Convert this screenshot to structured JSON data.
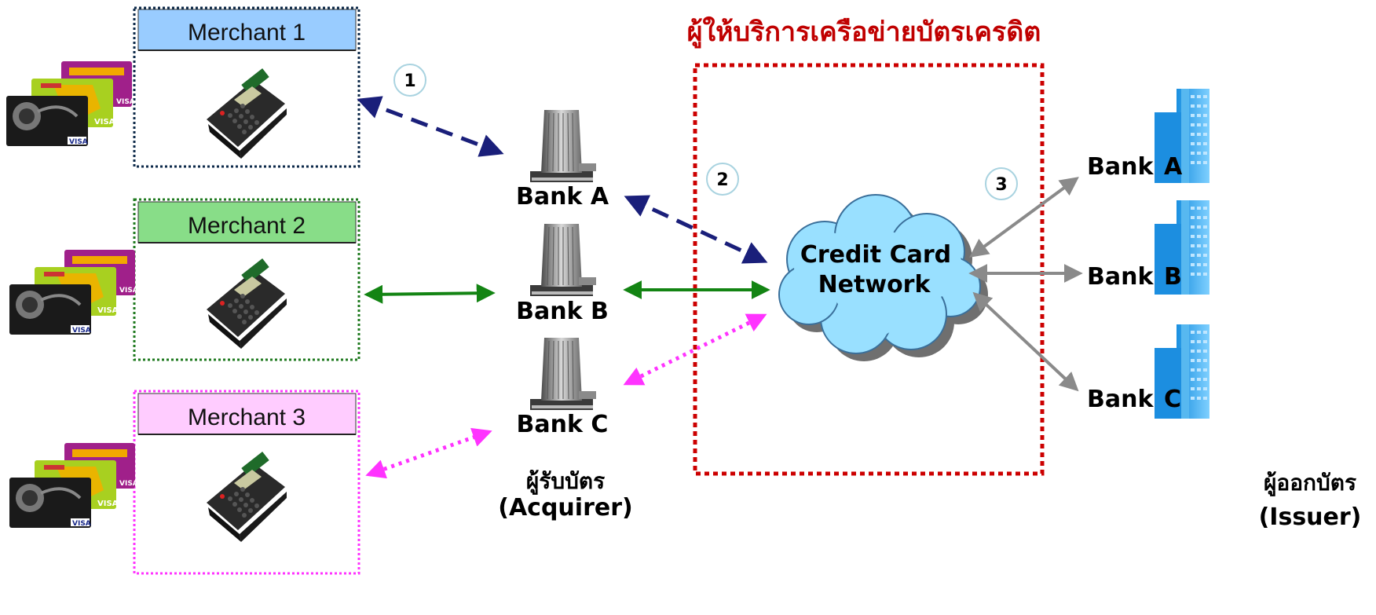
{
  "title": "ผู้ให้บริการเครือข่ายบัตรเครดิต",
  "merchants": [
    {
      "label": "Merchant 1"
    },
    {
      "label": "Merchant 2"
    },
    {
      "label": "Merchant 3"
    }
  ],
  "acquirer_banks": [
    {
      "label": "Bank A"
    },
    {
      "label": "Bank B"
    },
    {
      "label": "Bank C"
    }
  ],
  "acquirer_label": {
    "thai": "ผู้รับบัตร",
    "english": "(Acquirer)"
  },
  "network": {
    "line1": "Credit Card",
    "line2": "Network"
  },
  "issuer_banks": [
    {
      "word": "Bank",
      "letter": "A"
    },
    {
      "word": "Bank",
      "letter": "B"
    },
    {
      "word": "Bank",
      "letter": "C"
    }
  ],
  "issuer_label": {
    "thai": "ผู้ออกบัตร",
    "english": "(Issuer)"
  },
  "steps": [
    "1",
    "2",
    "3"
  ],
  "card_brand": "VISA",
  "colors": {
    "title": "#c00000",
    "merchant1_header": "#99ccff",
    "merchant2_header": "#88dd88",
    "merchant3_header": "#ffccff",
    "merchant1_border": "#0d2a4a",
    "merchant2_border": "#1f7a1f",
    "merchant3_border": "#ff33ff",
    "network_fill": "#99e0ff",
    "network_border": "#cc0000",
    "arrow_navy": "#1a1f7a",
    "arrow_green": "#138413",
    "arrow_magenta": "#ff33ff",
    "arrow_gray": "#8a8a8a"
  }
}
